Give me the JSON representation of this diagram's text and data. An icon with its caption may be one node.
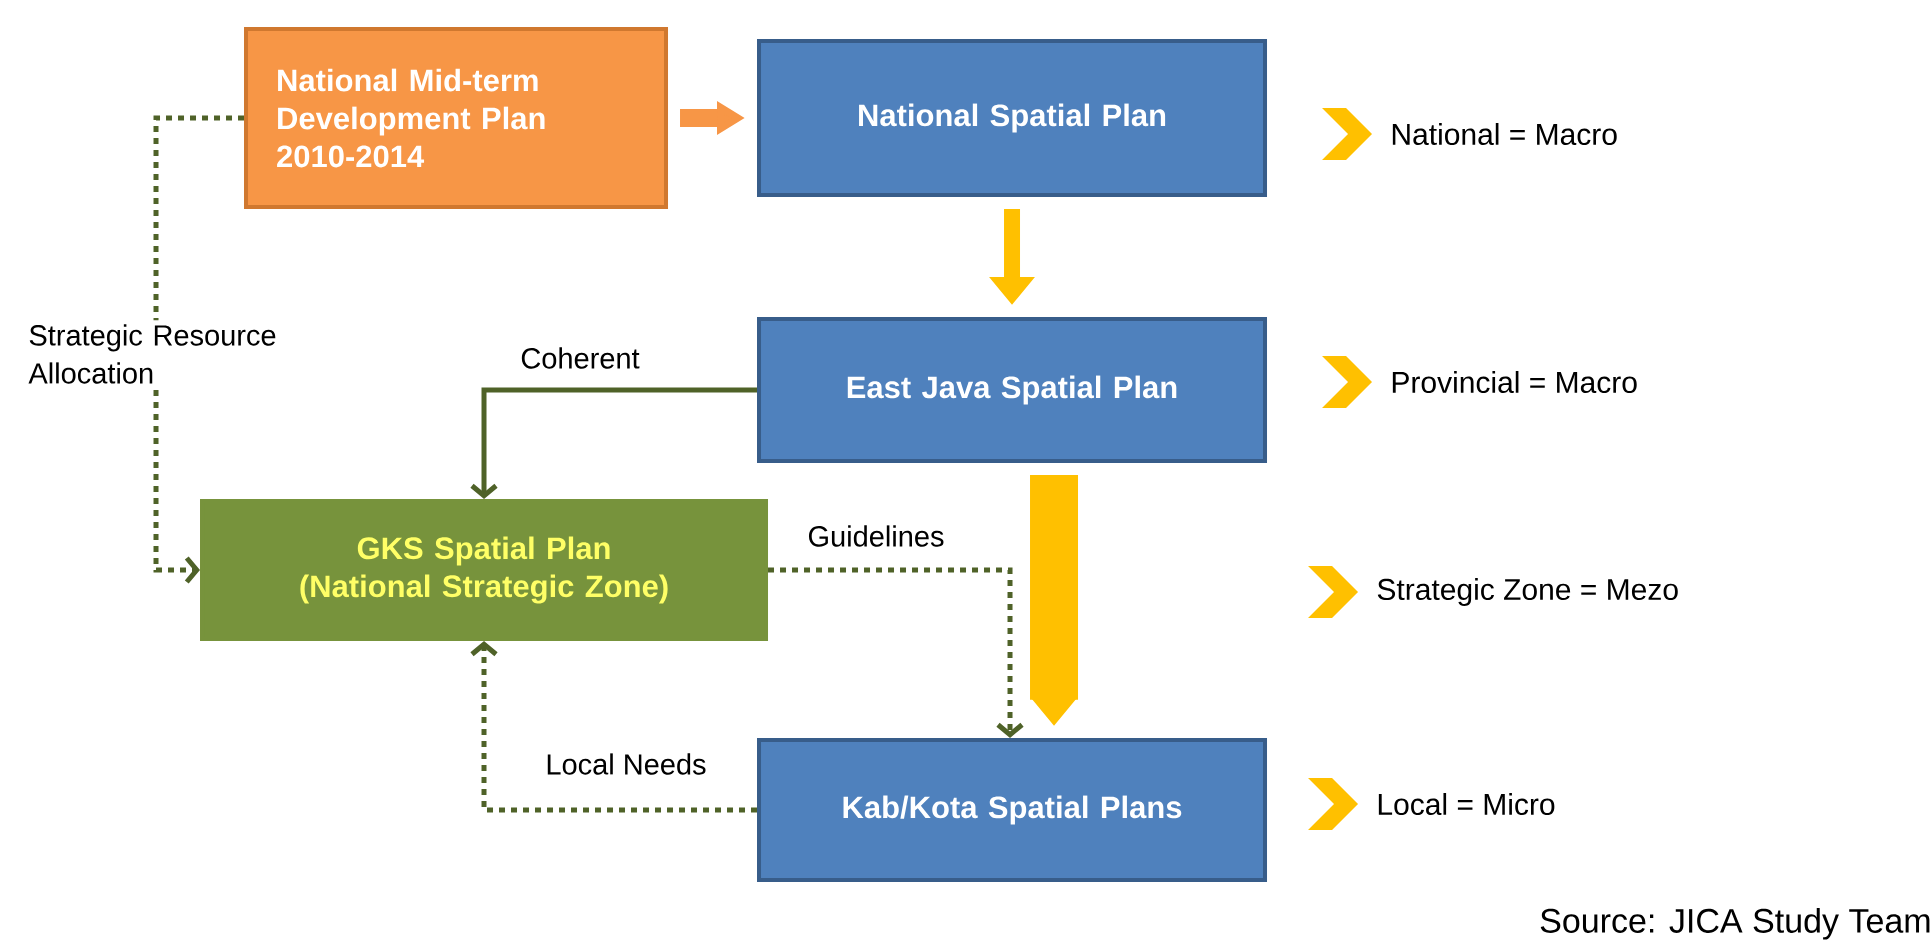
{
  "diagram": {
    "nodes": [
      {
        "text": [
          "National Mid-term Development Plan 2010-2014"
        ]
      },
      {
        "text": [
          "National Spatial Plan"
        ]
      },
      {
        "text": [
          "East Java Spatial Plan"
        ]
      },
      {
        "text": [
          "GKS Spatial Plan (National Strategic Zone)"
        ]
      },
      {
        "text": [
          "Kab/Kota Spatial Plans"
        ]
      }
    ],
    "edges": [
      {
        "from": 0,
        "to": 1,
        "arrow": "to",
        "style": "thick",
        "color": "#f79646"
      },
      {
        "from": 1,
        "to": 2,
        "arrow": "to",
        "style": "thick",
        "color": "#ffc000"
      },
      {
        "from": 2,
        "to": 4,
        "arrow": "to",
        "style": "thick",
        "color": "#ffc000"
      },
      {
        "from": 2,
        "to": 3,
        "arrow": "to",
        "label": "Coherent"
      },
      {
        "from": 0,
        "to": 3,
        "arrow": "to",
        "style": "dashed",
        "label": "Strategic Resource Allocation"
      },
      {
        "from": 3,
        "to": 4,
        "arrow": "to",
        "style": "dashed",
        "label": "Guidelines"
      },
      {
        "from": 4,
        "to": 3,
        "arrow": "to",
        "style": "dashed",
        "label": "Local Needs"
      }
    ],
    "labels": [
      "National = Macro",
      "Provincial = Macro",
      "Strategic Zone = Mezo",
      "Local = Micro",
      "Source: JICA Study Team"
    ]
  }
}
